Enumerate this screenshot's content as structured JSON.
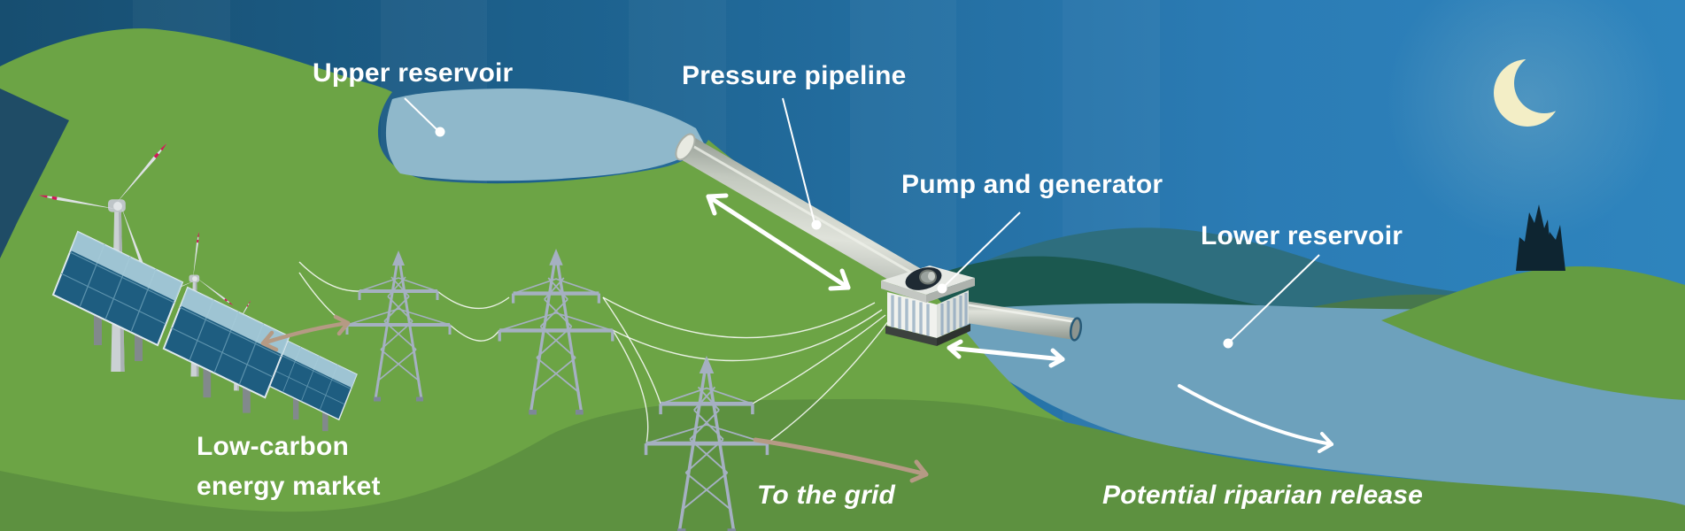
{
  "title": "Pumped-storage hydropower night-time diagram",
  "labels": {
    "upper_reservoir": "Upper reservoir",
    "pressure_pipeline": "Pressure pipeline",
    "pump_generator": "Pump and generator",
    "lower_reservoir": "Lower reservoir",
    "low_carbon_line1": "Low-carbon",
    "low_carbon_line2": "energy market",
    "to_the_grid": "To the grid",
    "riparian_release": "Potential riparian release"
  },
  "icons": {
    "moon": "crescent-moon",
    "trees": "cypress-trees",
    "wind_turbines": "three wind turbines with red-tipped blades",
    "solar_panels": "three tilted photovoltaic panels",
    "pylons": "three lattice transmission towers with sagging wires",
    "pump_house": "columned powerhouse with cutaway turbine",
    "pipes": "grey pressure pipeline from upper reservoir and outlet pipe to lower reservoir"
  },
  "arrows": {
    "pipeline_flow": "white double-headed arrow along pressure pipeline",
    "outlet_flow": "white double-headed arrow at pump outlet",
    "market_exchange": "tan double-headed arrow between renewables and pylon",
    "grid_flow": "tan curved arrow pointing right to the grid",
    "riparian_flow": "white curved arrow along river outflow"
  },
  "palette": {
    "sky_left": "#1a5679",
    "sky_right": "#2e80ba",
    "hill_green": "#6ca445",
    "hill_green_dark": "#5d9140",
    "teal_hill_far": "#2e6e7e",
    "teal_hill_near": "#1b584f",
    "upper_water": "#8fb8cb",
    "lower_water": "#6da1bc",
    "moon": "#f3eec6",
    "tree": "#0e2531",
    "pipe_grey": "#b9bfb6",
    "pylon_grey": "#a5b0c2",
    "panel_blue": "#1e5d80",
    "tan_arrow": "#b59a84",
    "label_white": "#ffffff"
  }
}
